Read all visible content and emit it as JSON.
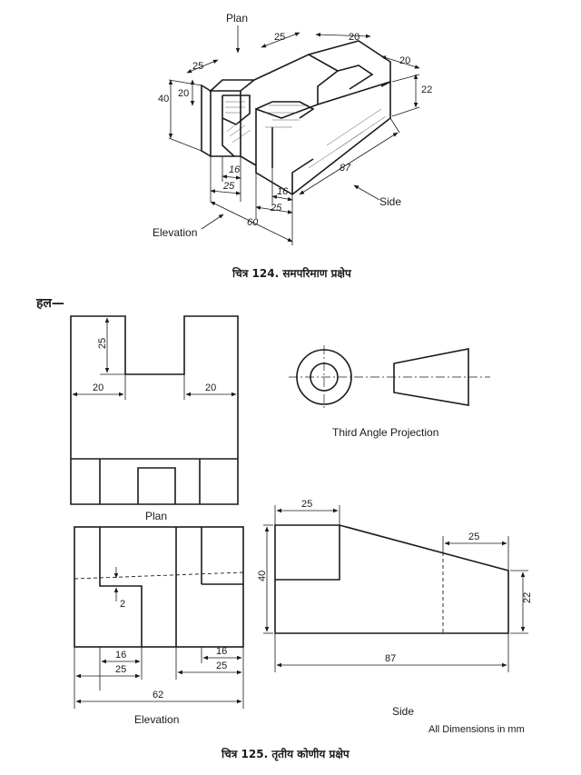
{
  "figure_124": {
    "caption": "चित्र 124. समपरिमाण प्रक्षेप",
    "labels": {
      "plan": "Plan",
      "elevation": "Elevation",
      "side": "Side"
    },
    "dims": {
      "d25_top": "25",
      "d20_top": "20",
      "d20_right": "20",
      "d22_right": "22",
      "d25_left": "25",
      "d20_left": "20",
      "d40_left": "40",
      "d16_a": "16",
      "d25_a": "25",
      "d16_b": "16",
      "d25_b": "25",
      "d60": "60",
      "d87": "87"
    }
  },
  "solution_label": "हल—",
  "plan_view": {
    "label": "Plan",
    "dims": {
      "d25": "25",
      "d20_left": "20",
      "d20_right": "20"
    }
  },
  "projection_symbol": {
    "label": "Third Angle Projection"
  },
  "elevation_view": {
    "label": "Elevation",
    "dims": {
      "d2": "2",
      "d16_left": "16",
      "d25_left": "25",
      "d16_right": "16",
      "d25_right": "25",
      "d62": "62"
    }
  },
  "side_view": {
    "label": "Side",
    "dims": {
      "d25_top": "25",
      "d25_right": "25",
      "d40": "40",
      "d22": "22",
      "d87": "87"
    }
  },
  "note": "All Dimensions in mm",
  "figure_125": {
    "caption": "चित्र 125. तृतीय कोणीय प्रक्षेप"
  }
}
